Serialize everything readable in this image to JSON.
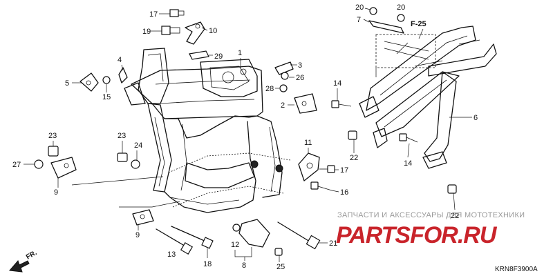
{
  "diagram": {
    "callouts": {
      "c1": "1",
      "c2": "2",
      "c3": "3",
      "c4": "4",
      "c5": "5",
      "c6": "6",
      "c7": "7",
      "c8": "8",
      "c9a": "9",
      "c9b": "9",
      "c10": "10",
      "c11": "11",
      "c12": "12",
      "c13": "13",
      "c14a": "14",
      "c14b": "14",
      "c15": "15",
      "c16": "16",
      "c17a": "17",
      "c17b": "17",
      "c18": "18",
      "c19": "19",
      "c20a": "20",
      "c20b": "20",
      "c21": "21",
      "c22a": "22",
      "c22b": "22",
      "c23a": "23",
      "c23b": "23",
      "c24": "24",
      "c25": "25",
      "c26": "26",
      "c27": "27",
      "c28": "28",
      "c29": "29"
    },
    "reference_label": "F-25",
    "direction_label": "FR.",
    "diagram_code": "KRN8F3900A"
  },
  "watermark": {
    "tagline": "ЗАПЧАСТИ И АКСЕССУАРЫ ДЛЯ МОТОТЕХНИКИ",
    "logo": "PARTSFOR.RU"
  }
}
